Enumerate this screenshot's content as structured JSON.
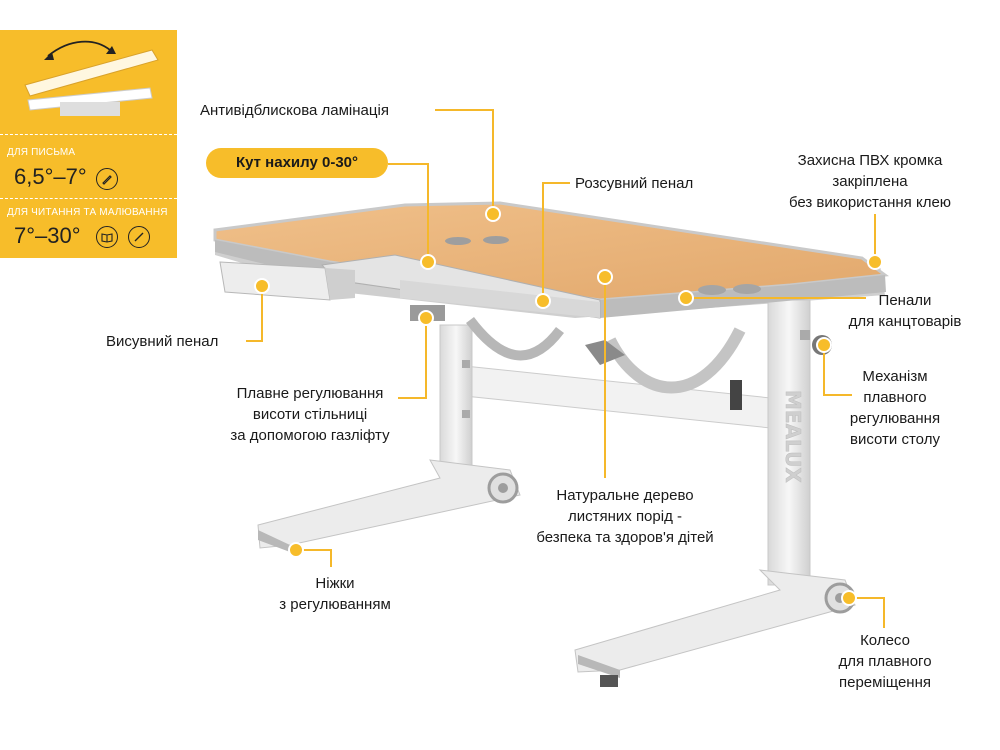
{
  "panel": {
    "writing_caption": "ДЛЯ ПИСЬМА",
    "writing_value": "6,5°–7°",
    "reading_caption": "ДЛЯ ЧИТАННЯ ТА МАЛЮВАННЯ",
    "reading_value": "7°–30°",
    "icons": [
      "pen-icon",
      "book-icon",
      "brush-icon"
    ]
  },
  "tilt_badge": "Кут нахилу 0-30°",
  "labels": {
    "anti_glare": "Антивідблискова ламінація",
    "sliding_case": "Розсувний пенал",
    "pvc_edge": [
      "Захисна ПВХ кромка",
      "закріплена",
      "без використання клею"
    ],
    "pencil_cases": [
      "Пенали",
      "для канцтоварів"
    ],
    "drawer_case": "Висувний пенал",
    "smooth_mechanism": [
      "Механізм",
      "плавного",
      "регулювання",
      "висоти столу"
    ],
    "gaslift": [
      "Плавне регулювання",
      "висоти стільниці",
      "за допомогою газліфту"
    ],
    "natural_wood": [
      "Натуральне дерево",
      "листяних порід -",
      "безпека та здоров'я дітей"
    ],
    "legs": [
      "Ніжки",
      "з регулюванням"
    ],
    "wheel": [
      "Колесо",
      "для плавного",
      "переміщення"
    ]
  },
  "brand_text": "MEALUX",
  "colors": {
    "accent": "#f7bd2a",
    "callout_line": "#f5b82a",
    "desk_top": "#e8b47a",
    "frame": "#e9e9e9",
    "frame_shade": "#bdbdbd"
  }
}
